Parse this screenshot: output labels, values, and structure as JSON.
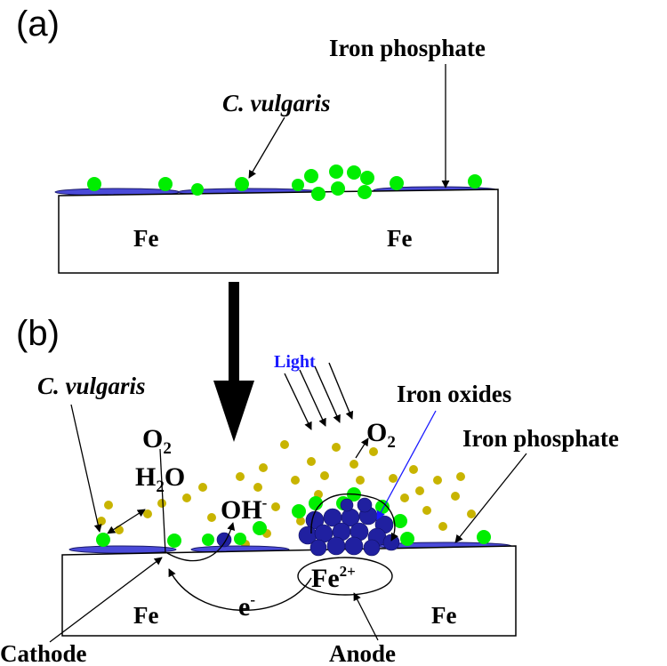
{
  "panels": {
    "a": "(a)",
    "b": "(b)"
  },
  "labels": {
    "iron_phosphate": "Iron phosphate",
    "c_vulgaris": "C. vulgaris",
    "fe": "Fe",
    "light": "Light",
    "iron_oxides": "Iron oxides",
    "o2_base": "O",
    "o2_sub": "2",
    "h2o_h": "H",
    "h2o_sub": "2",
    "h2o_o": "O",
    "oh_base": "OH",
    "oh_sup": "-",
    "e_base": "e",
    "e_sup": "-",
    "fe_ion_base": "Fe",
    "fe_ion_sup": "2+",
    "cathode": "Cathode",
    "anode": "Anode"
  },
  "colors": {
    "algae": "#00ee00",
    "oxygen": "#c8b400",
    "iron_oxide": "#2020a0",
    "phosphate": "#4a4ad8",
    "light_label": "#1a1aff"
  }
}
